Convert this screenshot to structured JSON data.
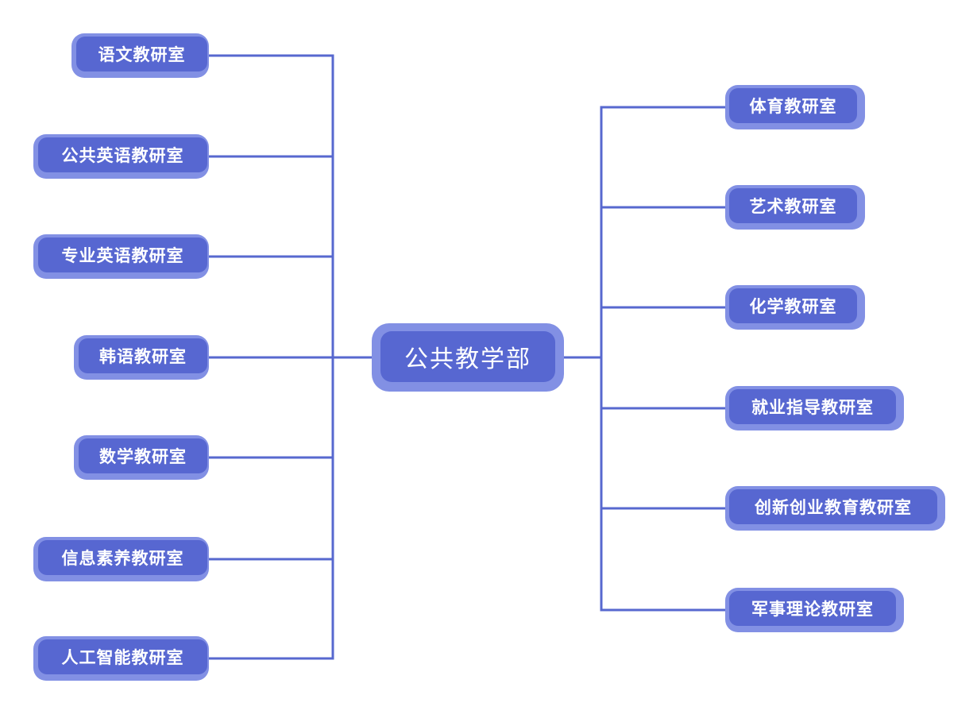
{
  "diagram": {
    "root": {
      "label": "公共教学部"
    },
    "left_nodes": [
      {
        "label": "语文教研室"
      },
      {
        "label": "公共英语教研室"
      },
      {
        "label": "专业英语教研室"
      },
      {
        "label": "韩语教研室"
      },
      {
        "label": "数学教研室"
      },
      {
        "label": "信息素养教研室"
      },
      {
        "label": "人工智能教研室"
      }
    ],
    "right_nodes": [
      {
        "label": "体育教研室"
      },
      {
        "label": "艺术教研室"
      },
      {
        "label": "化学教研室"
      },
      {
        "label": "就业指导教研室"
      },
      {
        "label": "创新创业教育教研室"
      },
      {
        "label": "军事理论教研室"
      }
    ],
    "colors": {
      "node_fill": "#5767d1",
      "node_border": "#8290e4",
      "connector": "#5768cf",
      "text": "#ffffff",
      "background": "#ffffff"
    }
  }
}
